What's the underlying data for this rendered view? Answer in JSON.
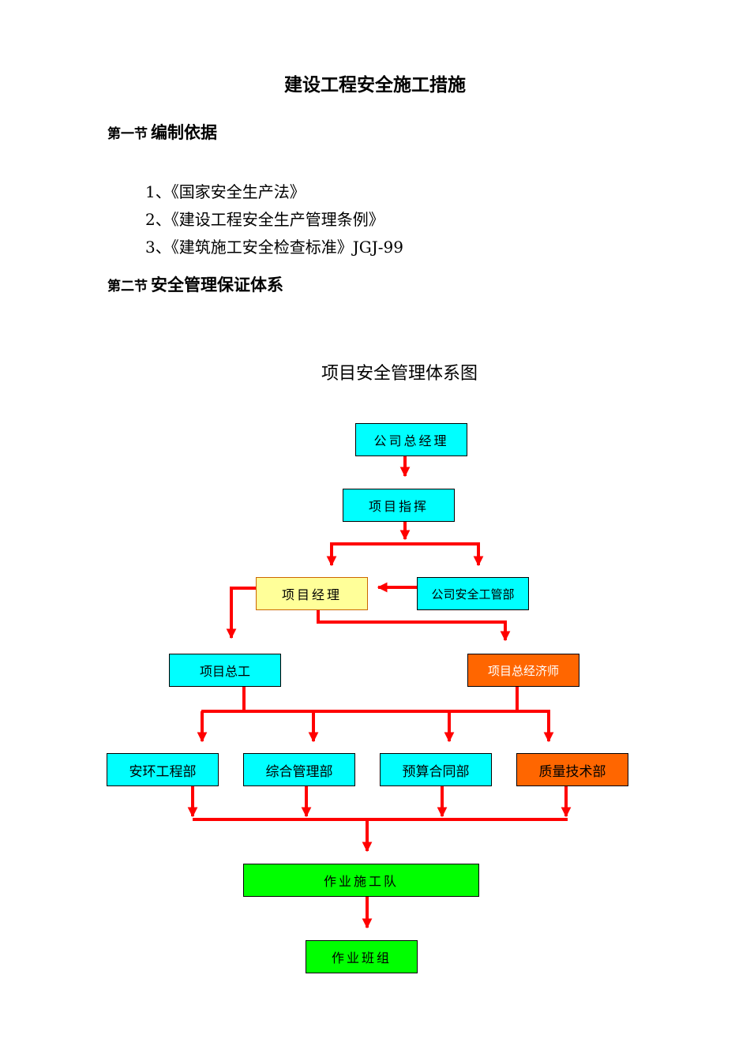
{
  "document": {
    "title": "建设工程安全施工措施",
    "sections": [
      {
        "number": "第一节",
        "title": "编制依据"
      },
      {
        "number": "第二节",
        "title": "安全管理保证体系"
      }
    ],
    "basis_list": [
      "1、《国家安全生产法》",
      "2、《建设工程安全生产管理条例》",
      "3、《建筑施工安全检查标准》JGJ-99"
    ]
  },
  "diagram": {
    "title": "项目安全管理体系图",
    "colors": {
      "arrow": "#ff0000",
      "cyan": "#00ffff",
      "yellow": "#ffff99",
      "orange": "#ff6600",
      "green": "#00ff00"
    },
    "nodes": {
      "company_gm": "公司总经理",
      "project_command": "项目指挥",
      "project_manager": "项目经理",
      "company_safety_dept": "公司安全工管部",
      "chief_engineer": "项目总工",
      "chief_economist": "项目总经济师",
      "env_engineering": "安环工程部",
      "general_management": "综合管理部",
      "budget_contract": "预算合同部",
      "quality_tech": "质量技术部",
      "work_team": "作业施工队",
      "work_group": "作业班组"
    }
  }
}
